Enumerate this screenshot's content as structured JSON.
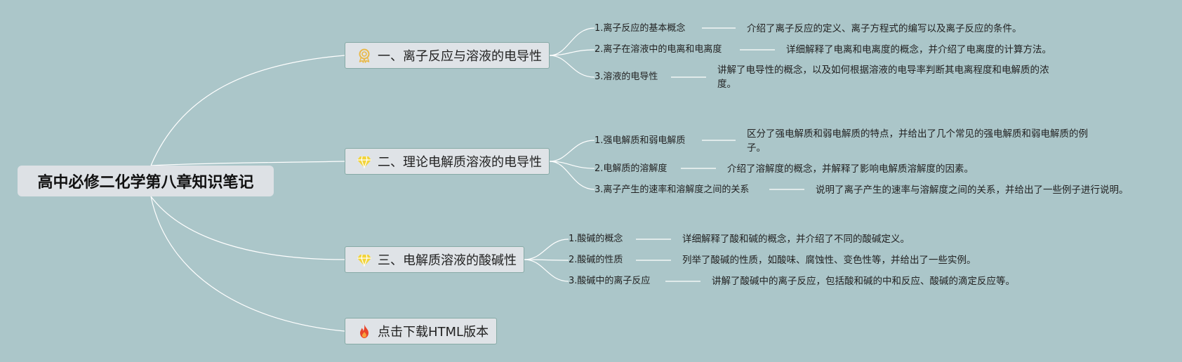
{
  "root": {
    "title": "高中必修二化学第八章知识笔记"
  },
  "branches": [
    {
      "title": "一、离子反应与溶液的电导性",
      "icon": "award-ribbon-icon",
      "items": [
        {
          "title": "1.离子反应的基本概念",
          "desc": "介绍了离子反应的定义、离子方程式的编写以及离子反应的条件。"
        },
        {
          "title": "2.离子在溶液中的电离和电离度",
          "desc": "详细解释了电离和电离度的概念，并介绍了电离度的计算方法。"
        },
        {
          "title": "3.溶液的电导性",
          "desc": "讲解了电导性的概念，以及如何根据溶液的电导率判断其电离程度和电解质的浓度。"
        }
      ]
    },
    {
      "title": "二、理论电解质溶液的电导性",
      "icon": "diamond-icon",
      "items": [
        {
          "title": "1.强电解质和弱电解质",
          "desc": "区分了强电解质和弱电解质的特点，并给出了几个常见的强电解质和弱电解质的例子。"
        },
        {
          "title": "2.电解质的溶解度",
          "desc": "介绍了溶解度的概念，并解释了影响电解质溶解度的因素。"
        },
        {
          "title": "3.离子产生的速率和溶解度之间的关系",
          "desc": "说明了离子产生的速率与溶解度之间的关系，并给出了一些例子进行说明。"
        }
      ]
    },
    {
      "title": "三、电解质溶液的酸碱性",
      "icon": "diamond-icon",
      "items": [
        {
          "title": "1.酸碱的概念",
          "desc": "详细解释了酸和碱的概念，并介绍了不同的酸碱定义。"
        },
        {
          "title": "2.酸碱的性质",
          "desc": "列举了酸碱的性质，如酸味、腐蚀性、变色性等，并给出了一些实例。"
        },
        {
          "title": "3.酸碱中的离子反应",
          "desc": "讲解了酸碱中的离子反应，包括酸和碱的中和反应、酸碱的滴定反应等。"
        }
      ]
    },
    {
      "title": "点击下载HTML版本",
      "icon": "fire-icon",
      "items": []
    }
  ],
  "colors": {
    "background": "#abc6c9",
    "link": "#ffffff",
    "branch_fill": "#dfe3e7",
    "branch_border": "#86aaa6",
    "award_icon": "#e9b949",
    "diamond_icon": "#f2d43a",
    "fire_icon": "#e9452b"
  }
}
